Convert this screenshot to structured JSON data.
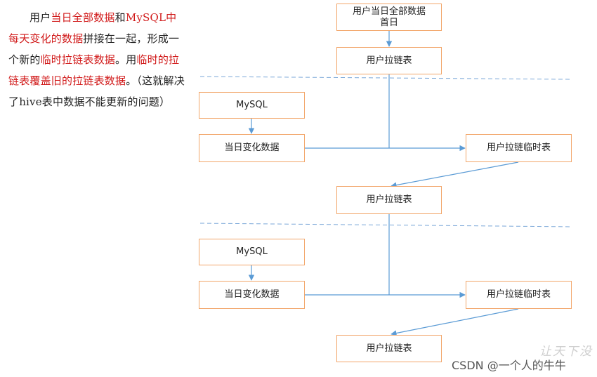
{
  "description": [
    {
      "text": "用户",
      "hl": false
    },
    {
      "text": "当日全部数据",
      "hl": true
    },
    {
      "text": "和",
      "hl": false
    },
    {
      "text": "MySQL中每天变化的数据",
      "hl": true
    },
    {
      "text": "拼接在一起，形成一个新的",
      "hl": false
    },
    {
      "text": "临时拉链表数据",
      "hl": true
    },
    {
      "text": "。用",
      "hl": false
    },
    {
      "text": "临时的拉链表覆盖旧的拉链表数据",
      "hl": true
    },
    {
      "text": "。（这就解决了hive表中数据不能更新的问题）",
      "hl": false
    }
  ],
  "flow": {
    "top_box": "用户当日全部数据 首日",
    "stage1_result": "用户拉链表",
    "cycle1": {
      "mysql": "MySQL",
      "daily_change": "当日变化数据",
      "temp_zipper": "用户拉链临时表",
      "result": "用户拉链表"
    },
    "cycle2": {
      "mysql": "MySQL",
      "daily_change": "当日变化数据",
      "temp_zipper": "用户拉链临时表",
      "result": "用户拉链表"
    }
  },
  "colors": {
    "box_border": "#f2a66a",
    "arrow": "#5b9bd5",
    "highlight": "#d11a1a"
  },
  "watermark": {
    "csdn": "CSDN @一个人的牛牛",
    "ghost": "让天下没"
  }
}
